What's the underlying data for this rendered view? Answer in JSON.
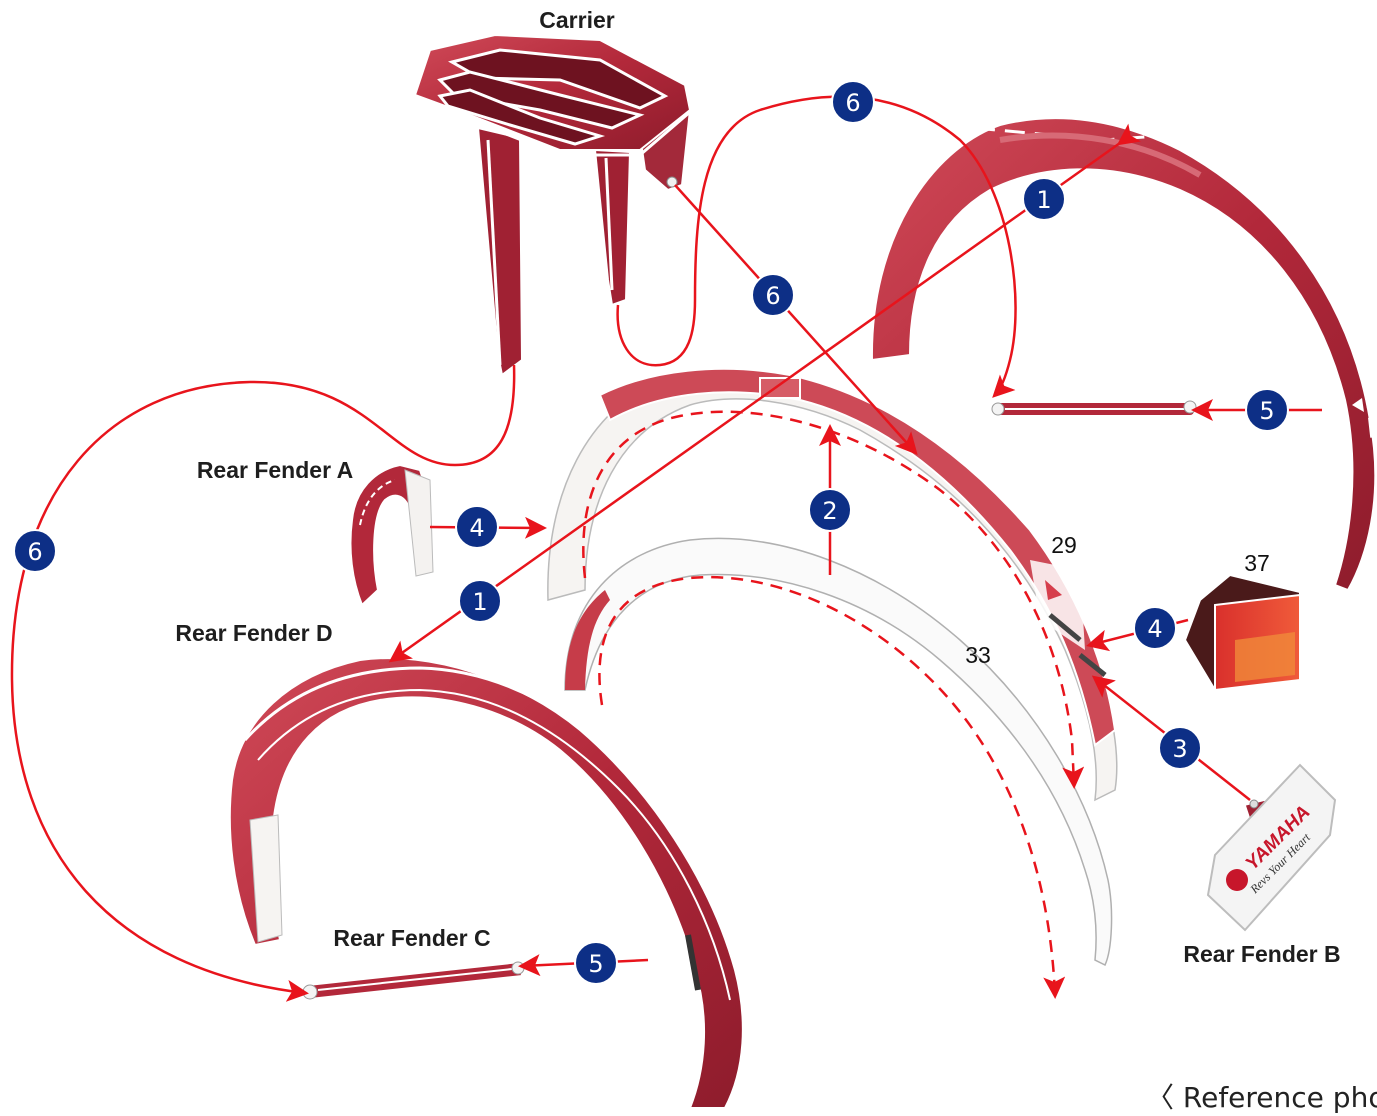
{
  "labels": {
    "carrier": "Carrier",
    "rear_fender_a": "Rear Fender A",
    "rear_fender_b": "Rear Fender B",
    "rear_fender_c": "Rear Fender C",
    "rear_fender_d": "Rear Fender D"
  },
  "part_numbers": {
    "p29": "29",
    "p33": "33",
    "p37": "37"
  },
  "steps": {
    "s1a": "1",
    "s1b": "1",
    "s2": "2",
    "s3": "3",
    "s4a": "4",
    "s4b": "4",
    "s5a": "5",
    "s5b": "5",
    "s6a": "6",
    "s6b": "6",
    "s6c": "6"
  },
  "plate_text": {
    "brand": "YAMAHA",
    "tagline": "Revs Your Heart"
  },
  "footer": {
    "reference": "〈 Reference pho"
  },
  "colors": {
    "part_red": "#b2283a",
    "arrow_red": "#e8141c",
    "badge_blue": "#0d2f86"
  }
}
